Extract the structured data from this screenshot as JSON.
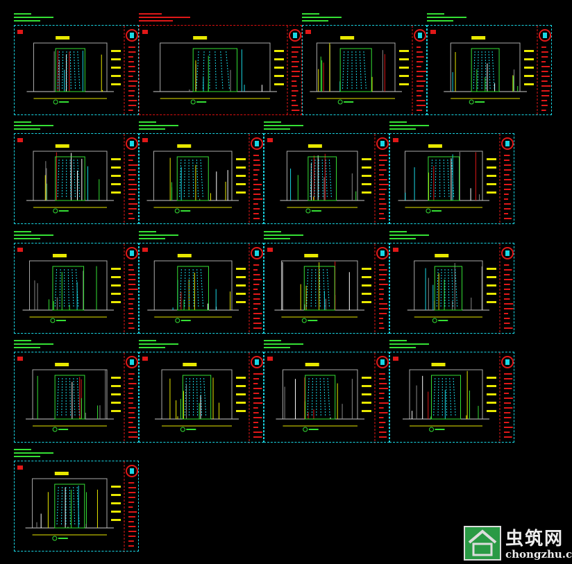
{
  "watermark": {
    "name_cn": "筑网",
    "first_char": "虫",
    "site": "chongzhu.cn"
  },
  "colors": {
    "background": "#000000",
    "border": "#19d8e6",
    "border_highlight": "#e01010",
    "accent": "#35e035"
  },
  "sheets_count": 17
}
